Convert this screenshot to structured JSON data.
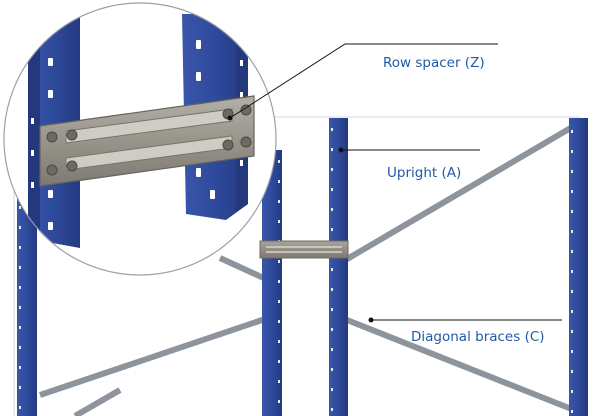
{
  "labels": {
    "row_spacer": "Row spacer (Z)",
    "upright": "Upright (A)",
    "diagonal_braces": "Diagonal braces (C)"
  },
  "colors": {
    "upright_blue": "#2f4a9c",
    "upright_blue_dark": "#223a80",
    "brace_grey": "#8e949b",
    "spacer_grey": "#9a968c",
    "label_blue": "#1f5aa6",
    "leader_line": "#111111"
  }
}
